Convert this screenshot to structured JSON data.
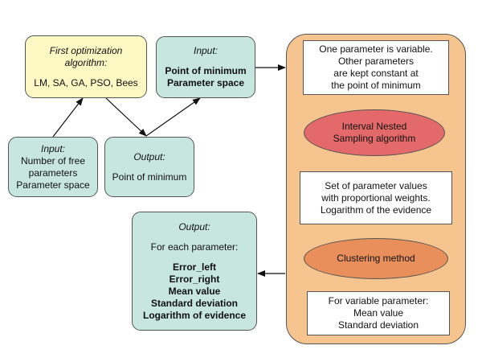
{
  "first_algo": {
    "title_lines": [
      "First optimization",
      "algorithm:"
    ],
    "methods": "LM, SA, GA, PSO, Bees"
  },
  "input_top": {
    "title": "Input:",
    "lines": [
      "Point of minimum",
      "Parameter space"
    ]
  },
  "input_left": {
    "title": "Input:",
    "lines": [
      "Number of free",
      "parameters",
      "Parameter space"
    ]
  },
  "output_mid": {
    "title": "Output:",
    "text": "Point of minimum"
  },
  "output_final": {
    "title": "Output:",
    "intro": "For each parameter:",
    "items": [
      "Error_left",
      "Error_right",
      "Mean value",
      "Standard deviation",
      "Logarithm of evidence"
    ]
  },
  "pipeline": {
    "step1": [
      "One parameter is variable.",
      "Other parameters",
      "are kept constant at",
      "the point of minimum"
    ],
    "step2": [
      "Interval Nested",
      "Sampling algorithm"
    ],
    "step3": [
      "Set of parameter values",
      "with proportional weights.",
      "Logarithm of the evidence"
    ],
    "step4": "Clustering method",
    "step5": [
      "For variable parameter:",
      "Mean value",
      "Standard deviation"
    ]
  },
  "colors": {
    "teal_box": "#c7e6e0",
    "yellow_box": "#fbf8c4",
    "panel": "#f6c48e",
    "interval_ellipse": "#e3696b",
    "clustering_ellipse": "#e98f5b"
  }
}
